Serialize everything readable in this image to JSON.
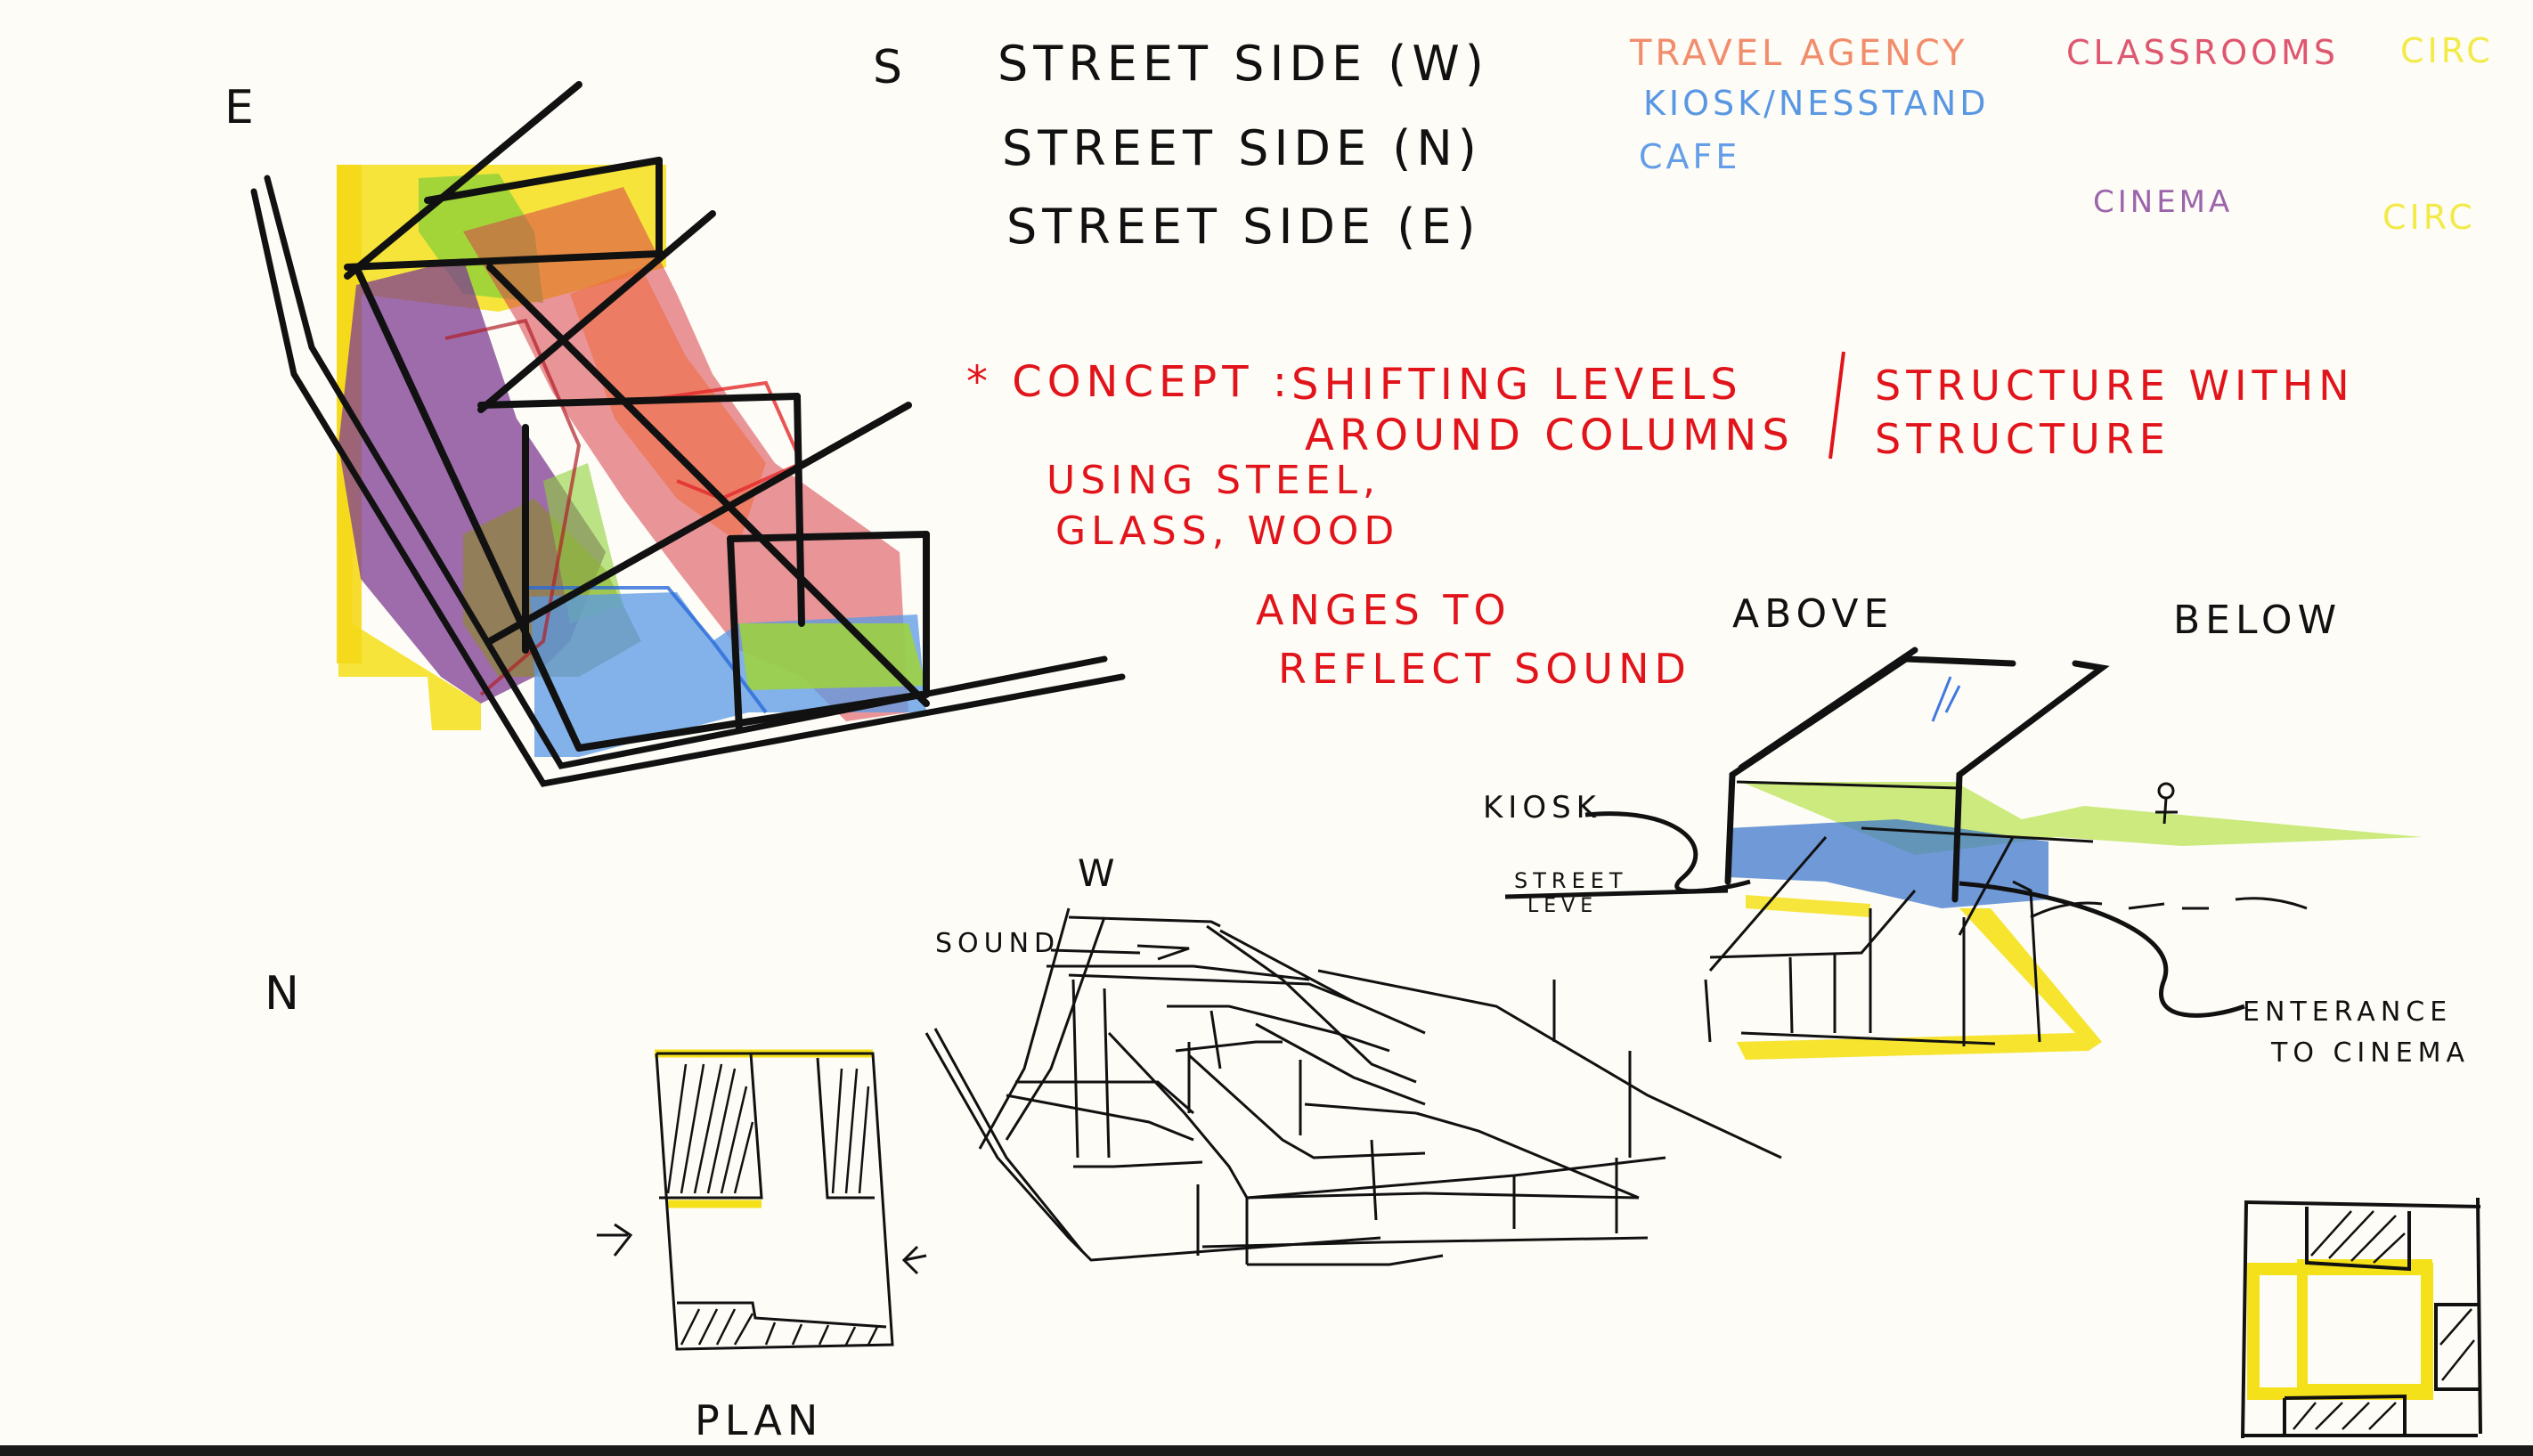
{
  "orientation_labels": {
    "east": "E",
    "south": "S",
    "west": "W",
    "north": "N"
  },
  "street_sides": [
    {
      "label": "STREET SIDE",
      "direction": "(W)"
    },
    {
      "label": "STREET SIDE",
      "direction": "(N)"
    },
    {
      "label": "STREET SIDE",
      "direction": "(E)"
    }
  ],
  "legend": {
    "items": [
      {
        "label": "TRAVEL AGENCY",
        "color": "#f07a55"
      },
      {
        "label": "KIOSK/NESSTAND",
        "color": "#3d86e0"
      },
      {
        "label": "CAFE",
        "color": "#4a8ee6"
      },
      {
        "label": "CLASSROOMS",
        "color": "#d93a58"
      },
      {
        "label": "CIRC",
        "color": "#f2e82a"
      },
      {
        "label": "CINEMA",
        "color": "#8a4a9e"
      },
      {
        "label": "CIRC",
        "color": "#f2e82a"
      }
    ]
  },
  "concept": {
    "prefix": "* CONCEPT :",
    "line1": "SHIFTING LEVELS",
    "line2": "AROUND COLUMNS",
    "right_line1": "STRUCTURE WITHN",
    "right_line2": "STRUCTURE",
    "materials_line1": "USING STEEL,",
    "materials_line2": "GLASS, WOOD",
    "angles_line1": "ANGES TO",
    "angles_line2": "REFLECT SOUND"
  },
  "section_labels": {
    "above": "ABOVE",
    "below": "BELOW",
    "kiosk": "KIOSK",
    "street_level_1": "STREET",
    "street_level_2": "LEVE",
    "entrance_1": "ENTERANCE",
    "entrance_2": "TO CINEMA",
    "sound": "SOUND",
    "plan": "PLAN"
  },
  "colors": {
    "ink": "#111111",
    "red_marker": "#e2141b",
    "yellow": "#f5e11a",
    "green": "#9fd33a",
    "blue": "#4a86d8",
    "purple": "#7a3b8f",
    "red_pencil": "#d8334a",
    "orange": "#f07a3a",
    "paper": "#fdfcf6"
  }
}
